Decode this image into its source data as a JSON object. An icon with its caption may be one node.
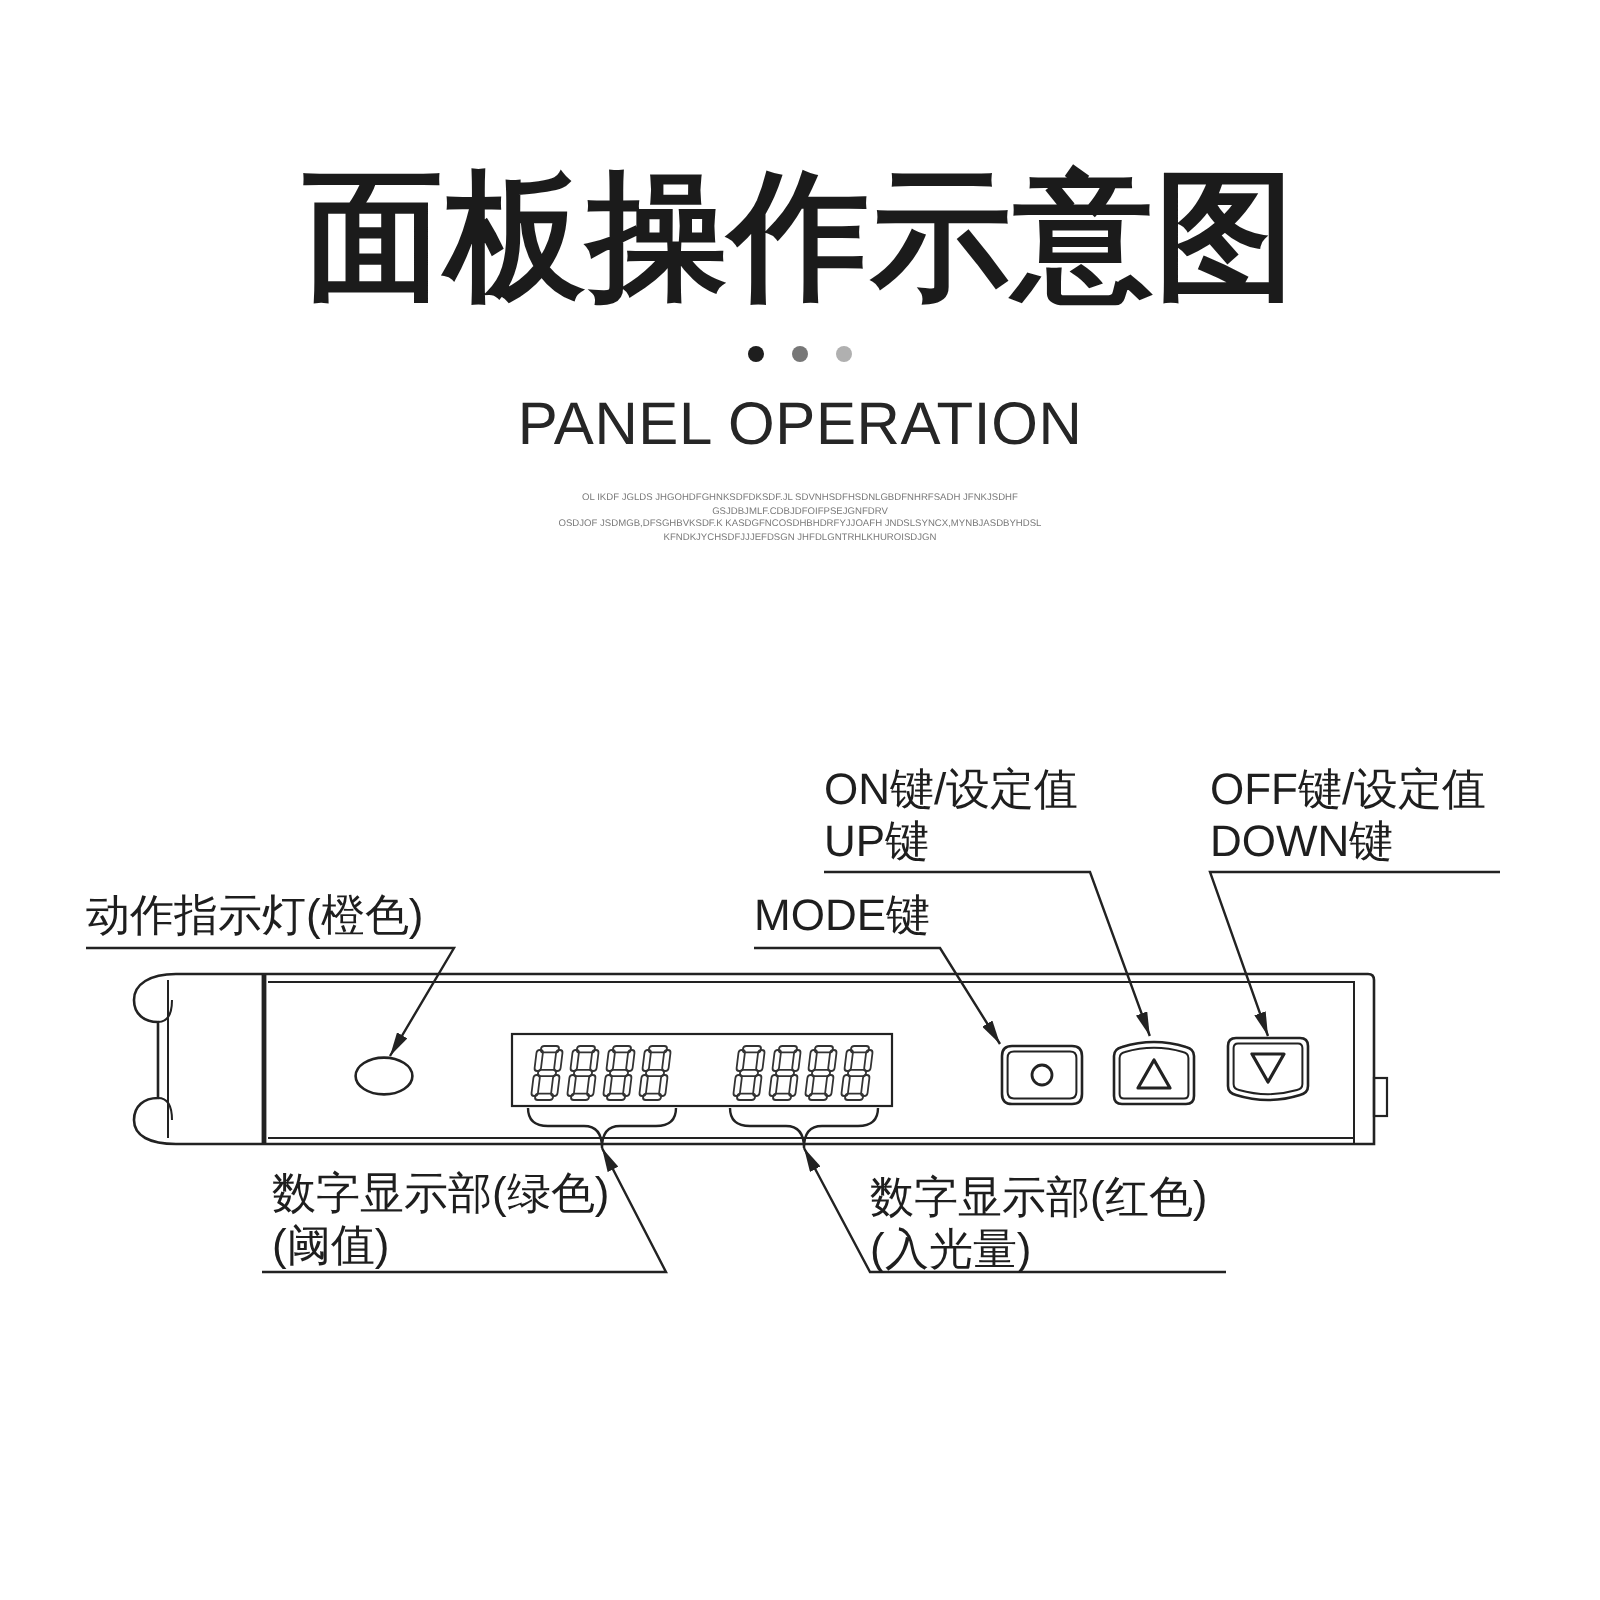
{
  "diagram": {
    "title": "面板操作示意图",
    "nodes": [
      {
        "text": [
          "动作指示灯(橙色)"
        ]
      },
      {
        "text": [],
        "shape": "oval"
      },
      {
        "text": [
          "MODE键"
        ]
      },
      {
        "text": [],
        "shape": "button"
      },
      {
        "text": [
          "ON键/设定值",
          "UP键"
        ]
      },
      {
        "text": [],
        "shape": "button"
      },
      {
        "text": [
          "OFF键/设定值",
          "DOWN键"
        ]
      },
      {
        "text": [],
        "shape": "button"
      },
      {
        "text": [
          "数字显示部(绿色)",
          "(阈值)"
        ]
      },
      {
        "text": [],
        "shape": "display"
      },
      {
        "text": [
          "数字显示部(红色)",
          "(入光量)"
        ]
      },
      {
        "text": [],
        "shape": "display"
      }
    ],
    "edges": [
      {
        "from": 0,
        "to": 1,
        "arrow": "to"
      },
      {
        "from": 2,
        "to": 3,
        "arrow": "to"
      },
      {
        "from": 4,
        "to": 5,
        "arrow": "to"
      },
      {
        "from": 6,
        "to": 7,
        "arrow": "to"
      },
      {
        "from": 8,
        "to": 9,
        "arrow": "to"
      },
      {
        "from": 10,
        "to": 11,
        "arrow": "to"
      }
    ],
    "labels": [
      "PANEL OPERATION",
      "OL IKDF JGLDS JHGOHDFGHNKSDFDKSDF.JL SDVNHSDFHSDNLGBDFNHRFSADH JFNKJSDHF",
      "GSJDBJMLF.CDBJDFOIFPSEJGNFDRV",
      "OSDJOF JSDMGB,DFSGHBVKSDF.K KASDGFNCOSDHBHDRFYJJOAFH JNDSLSYNCX,MYNBJASDBYHDSL",
      "KFNDKJYCHSDFJJJEFDSGN JHFDLGNTRHLKHUROISDJGN"
    ]
  }
}
